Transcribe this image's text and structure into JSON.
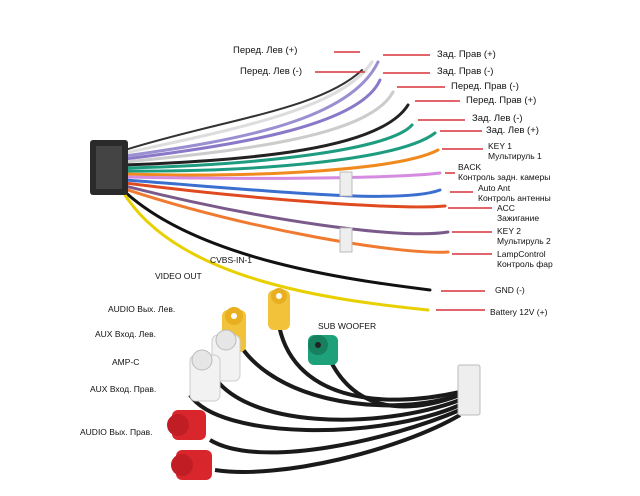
{
  "harness_labels": {
    "front_left_plus": "Перед. Лев (+)",
    "front_left_minus": "Перед. Лев (-)",
    "rear_right_plus": "Зад. Прав (+)",
    "rear_right_minus": "Зад. Прав (-)",
    "front_right_minus": "Перед. Прав (-)",
    "front_right_plus": "Перед. Прав (+)",
    "rear_left_minus": "Зад. Лев (-)",
    "rear_left_plus": "Зад. Лев (+)",
    "key1": [
      "KEY 1",
      "Мультируль 1"
    ],
    "back": [
      "BACK",
      "Контроль задн. камеры"
    ],
    "auto_ant": [
      "Auto Ant",
      "Контроль антенны"
    ],
    "acc": [
      "ACC",
      "Зажигание"
    ],
    "key2": [
      "KEY 2",
      "Мультируль 2"
    ],
    "lamp": [
      "LampControl",
      "Контроль фар"
    ],
    "gnd": "GND (-)",
    "battery": "Battery 12V (+)"
  },
  "rca_labels": {
    "cvbs_in": "CVBS-IN-1",
    "video_out": "VIDEO OUT",
    "audio_out_left": "AUDIO Вых. Лев.",
    "aux_in_left": "AUX Вход. Лев.",
    "amp_c": "AMP-C",
    "aux_in_right": "AUX Вход. Прав.",
    "audio_out_right": "AUDIO Вых. Прав.",
    "subwoofer": "SUB WOOFER"
  },
  "colors": {
    "pointer": "#d9323a"
  }
}
